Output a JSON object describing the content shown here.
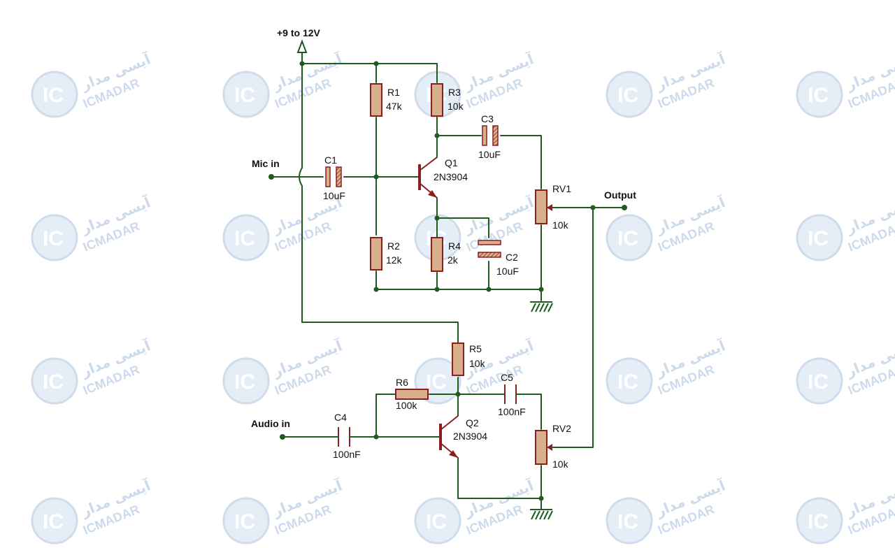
{
  "nets": {
    "supply": "+9 to 12V",
    "mic_in": "Mic in",
    "audio_in": "Audio in",
    "output": "Output"
  },
  "components": {
    "R1": {
      "ref": "R1",
      "value": "47k"
    },
    "R2": {
      "ref": "R2",
      "value": "12k"
    },
    "R3": {
      "ref": "R3",
      "value": "10k"
    },
    "R4": {
      "ref": "R4",
      "value": "2k"
    },
    "R5": {
      "ref": "R5",
      "value": "10k"
    },
    "R6": {
      "ref": "R6",
      "value": "100k"
    },
    "C1": {
      "ref": "C1",
      "value": "10uF"
    },
    "C2": {
      "ref": "C2",
      "value": "10uF"
    },
    "C3": {
      "ref": "C3",
      "value": "10uF"
    },
    "C4": {
      "ref": "C4",
      "value": "100nF"
    },
    "C5": {
      "ref": "C5",
      "value": "100nF"
    },
    "Q1": {
      "ref": "Q1",
      "value": "2N3904"
    },
    "Q2": {
      "ref": "Q2",
      "value": "2N3904"
    },
    "RV1": {
      "ref": "RV1",
      "value": "10k"
    },
    "RV2": {
      "ref": "RV2",
      "value": "10k"
    }
  },
  "watermark": {
    "brand": "ICMADAR",
    "brand_fa": "آیسی مدار",
    "logo_text": "IC",
    "color": "#c7d6ea"
  },
  "colors": {
    "wire": "#1f5b1f",
    "component_outline": "#8b1f1f",
    "component_fill": "#d9b08c"
  }
}
